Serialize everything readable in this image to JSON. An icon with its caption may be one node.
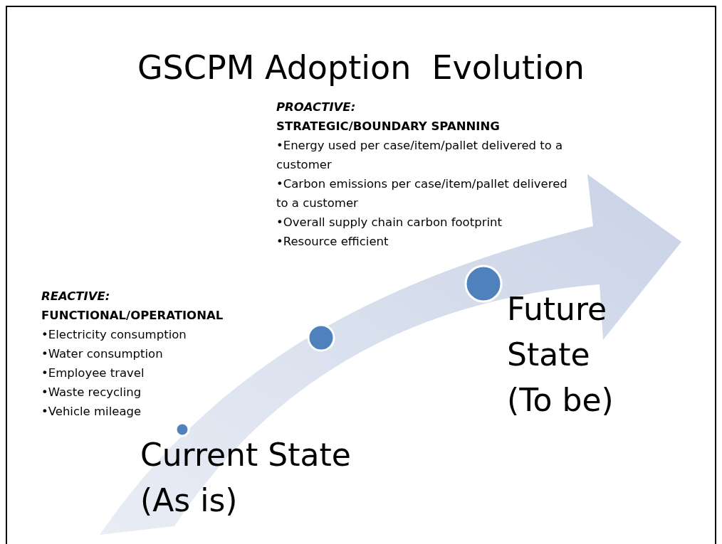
{
  "diagram": {
    "title": "GSCPM Adoption  Evolution",
    "labels": [
      "PROACTIVE:",
      "STRATEGIC/BOUNDARY SPANNING",
      "•Energy used per case/item/pallet delivered to a customer",
      "•Carbon emissions per case/item/pallet delivered to a customer",
      "•Overall supply chain carbon footprint",
      "•Resource efficient",
      "REACTIVE:",
      "FUNCTIONAL/OPERATIONAL",
      "•Electricity consumption",
      "•Water consumption",
      "•Employee travel",
      "•Waste recycling",
      "•Vehicle mileage",
      "Future State (To be)",
      "Current State (As is)"
    ]
  }
}
